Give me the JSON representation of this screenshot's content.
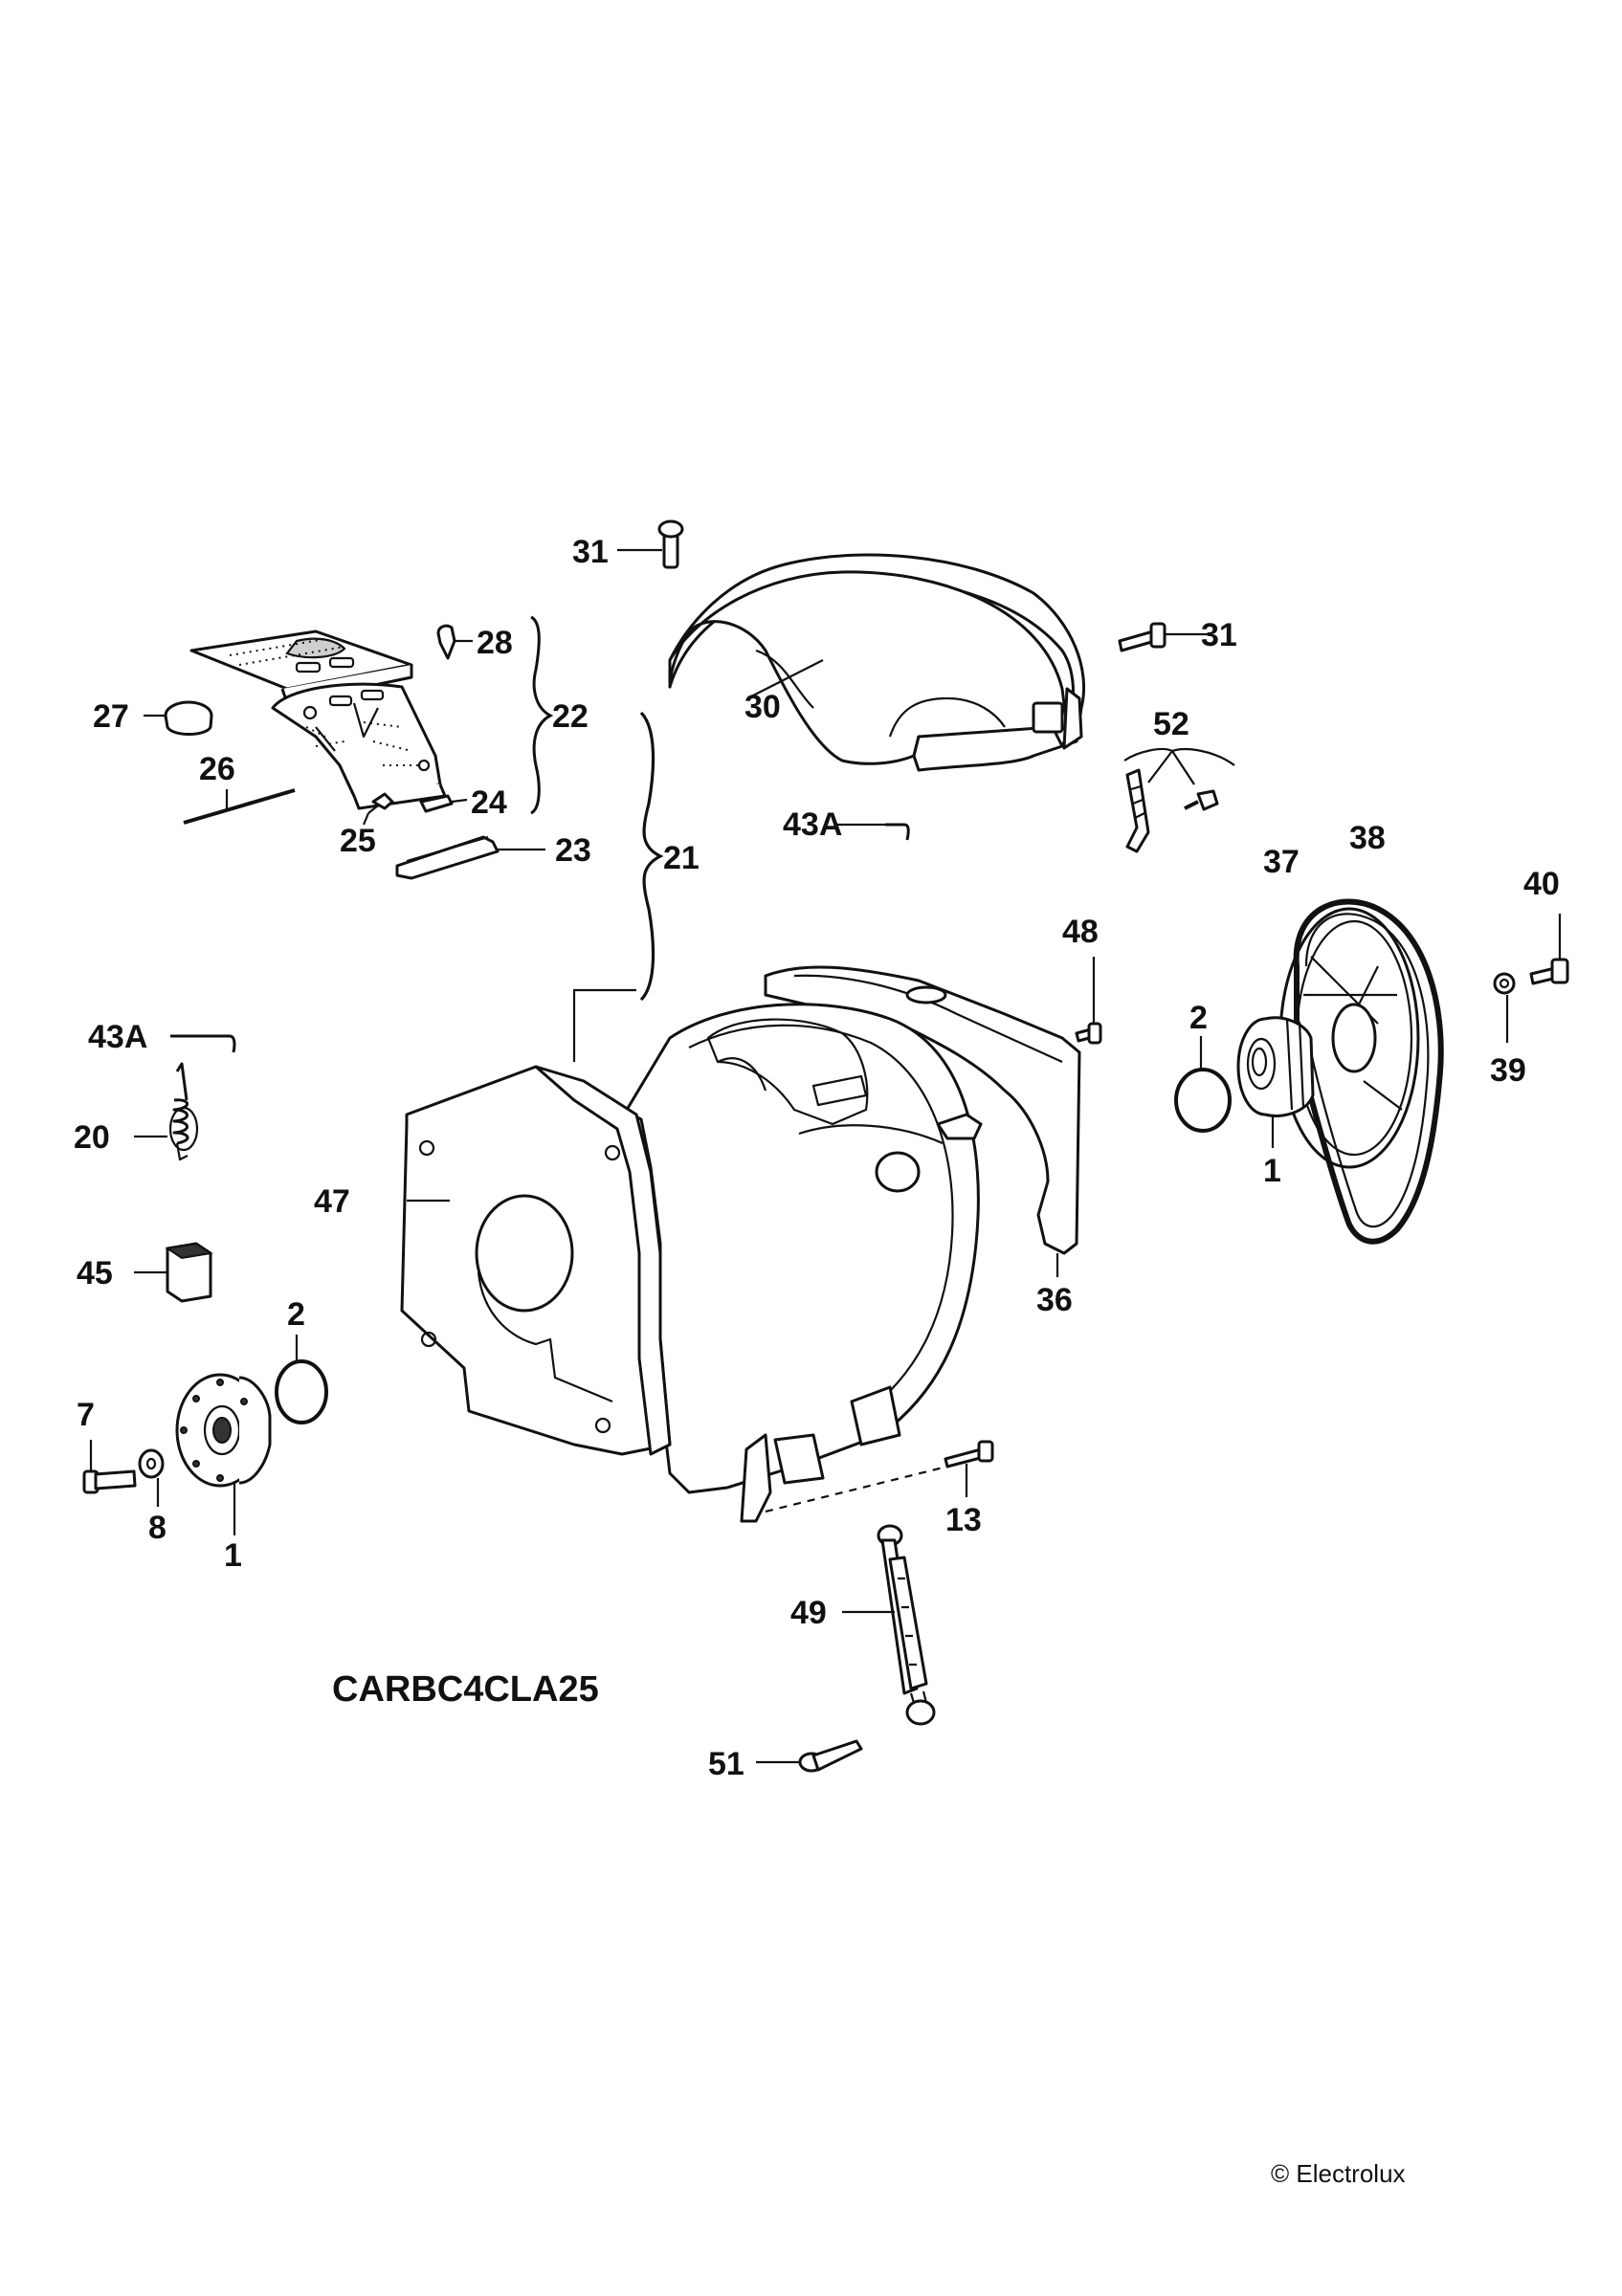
{
  "diagram": {
    "code": "CARBC4CLA25",
    "copyright": "© Electrolux",
    "labels": {
      "p31a": "31",
      "p31b": "31",
      "p28": "28",
      "p22": "22",
      "p30": "30",
      "p27": "27",
      "p52": "52",
      "p26": "26",
      "p24": "24",
      "p25": "25",
      "p23": "23",
      "p21": "21",
      "p43a_top": "43A",
      "p38": "38",
      "p37": "37",
      "p40": "40",
      "p48": "48",
      "p2_right": "2",
      "p43a_left": "43A",
      "p39": "39",
      "p1_right": "1",
      "p20": "20",
      "p47": "47",
      "p45": "45",
      "p36": "36",
      "p2_left": "2",
      "p7": "7",
      "p8": "8",
      "p13": "13",
      "p1_left": "1",
      "p49": "49",
      "p51": "51"
    }
  }
}
